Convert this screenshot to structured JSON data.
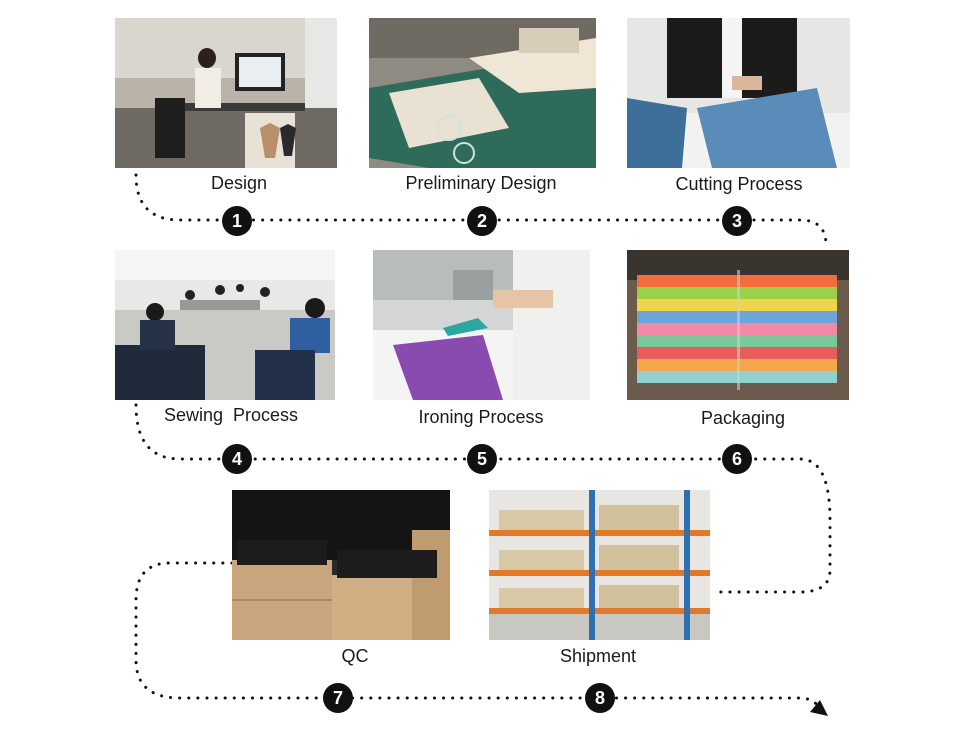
{
  "steps": [
    {
      "num": "1",
      "label": "Design"
    },
    {
      "num": "2",
      "label": "Preliminary Design"
    },
    {
      "num": "3",
      "label": "Cutting Process"
    },
    {
      "num": "4",
      "label": "Sewing  Process"
    },
    {
      "num": "5",
      "label": "Ironing Process"
    },
    {
      "num": "6",
      "label": "Packaging"
    },
    {
      "num": "7",
      "label": "QC"
    },
    {
      "num": "8",
      "label": "Shipment"
    }
  ]
}
